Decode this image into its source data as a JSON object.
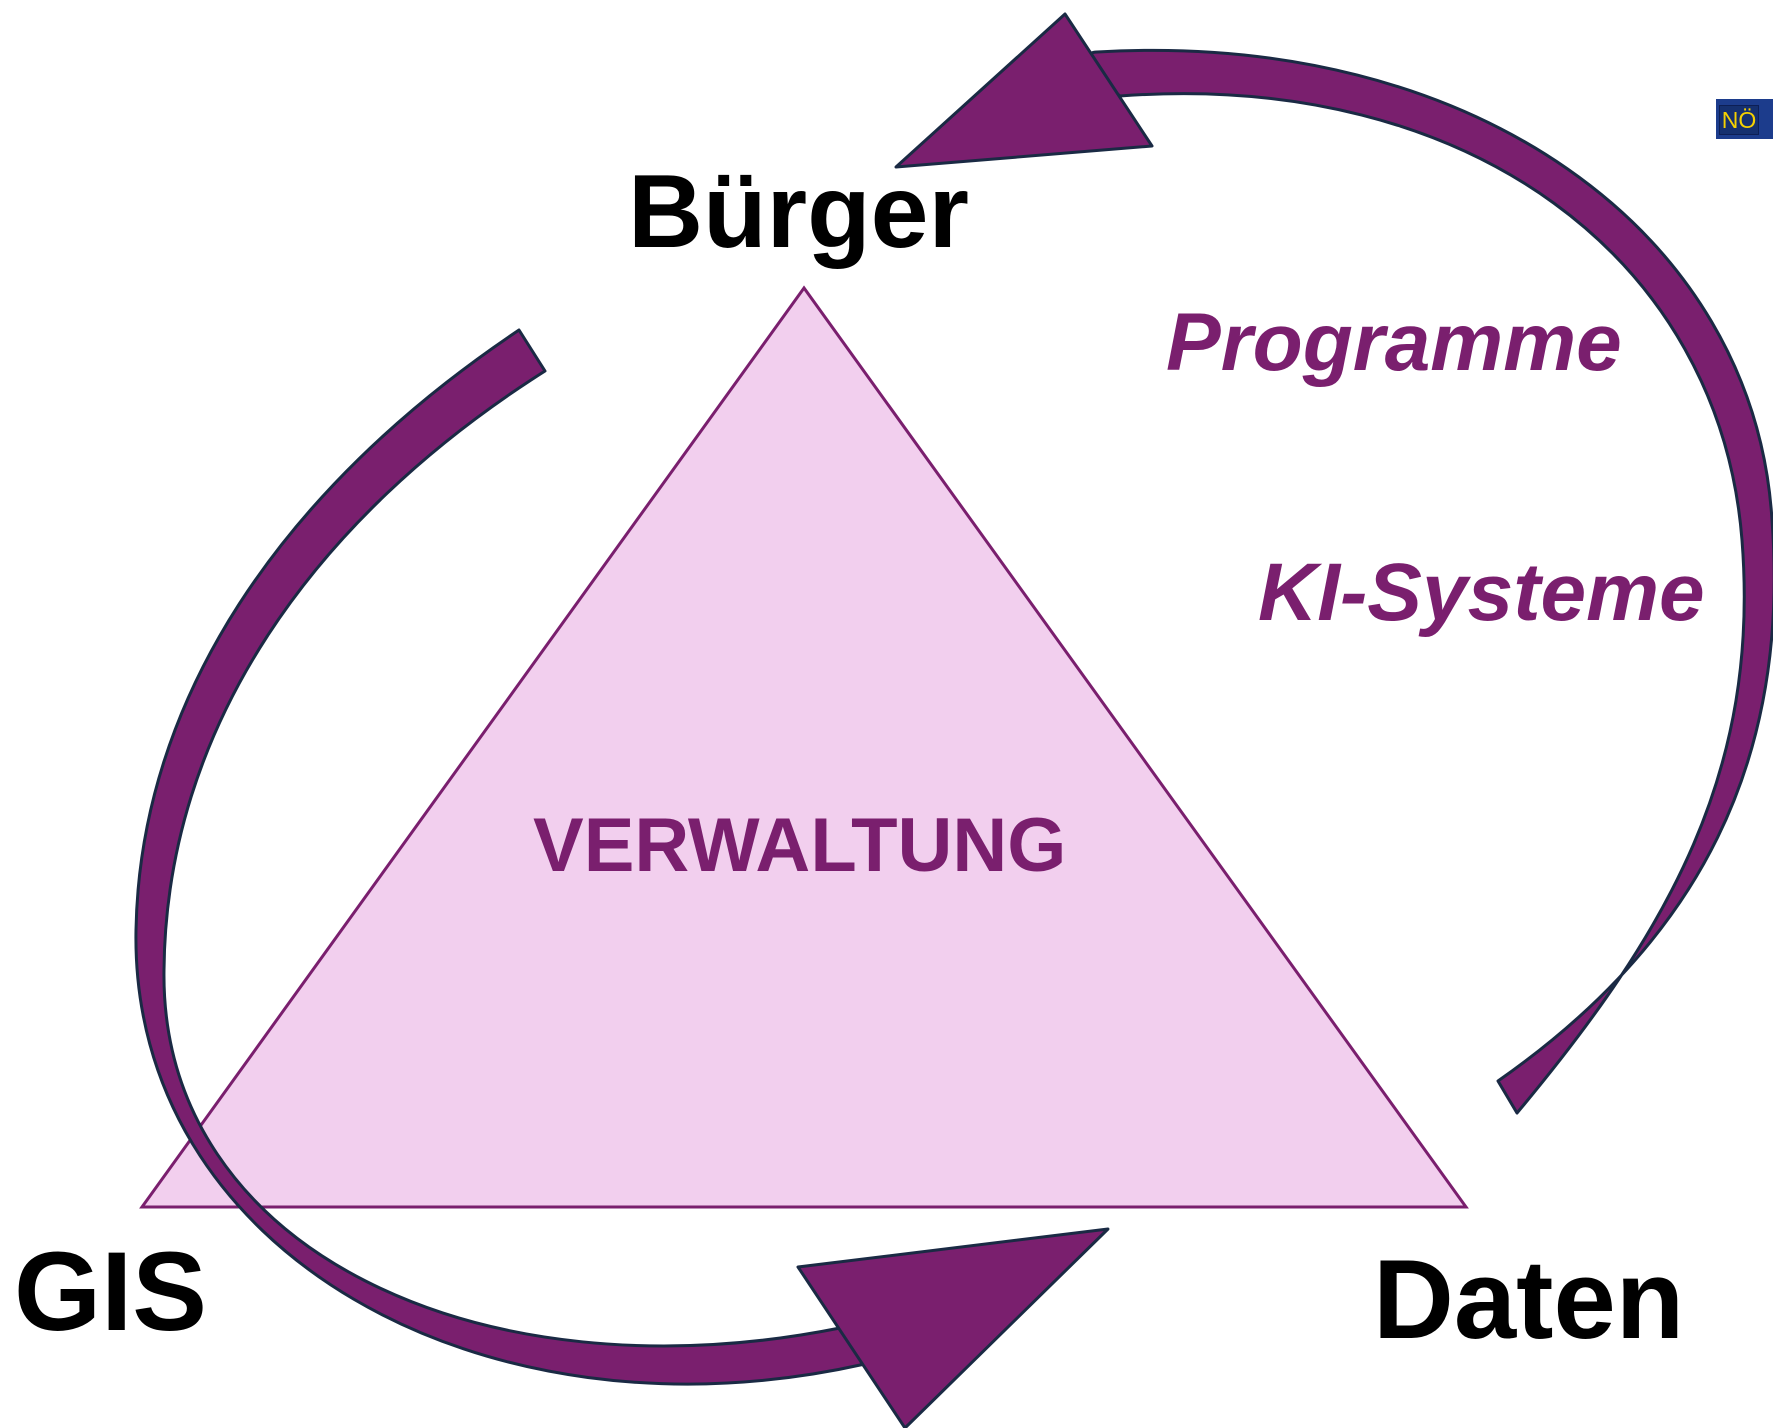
{
  "diagram": {
    "nodes": {
      "top": "Bürger",
      "bottom_left": "GIS",
      "bottom_right": "Daten"
    },
    "center_label": "VERWALTUNG",
    "side_labels": [
      "Programme",
      "KI-Systeme"
    ],
    "logo_text": "NÖ"
  },
  "colors": {
    "arrow_fill": "#7a1f6e",
    "arrow_outline": "#1a2a44",
    "triangle_fill": "#f2cfee",
    "triangle_stroke": "#7a1f6e",
    "accent_text": "#7a1f6e",
    "node_text": "#000000",
    "logo_background": "#1c3c8c",
    "logo_text": "#f5d100"
  }
}
